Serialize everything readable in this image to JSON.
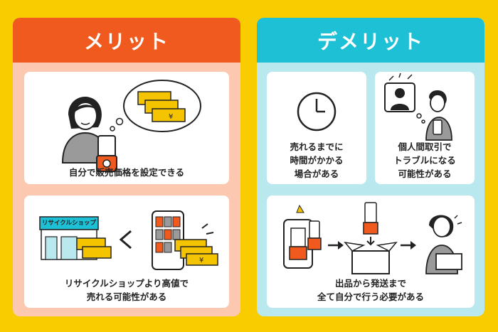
{
  "merit": {
    "title": "メリット",
    "items": [
      {
        "caption": "自分で販売価格を設定できる"
      },
      {
        "caption_line1": "リサイクルショップより高値で",
        "caption_line2": "売れる可能性がある",
        "shop_sign": "リサイクルショップ"
      }
    ]
  },
  "demerit": {
    "title": "デメリット",
    "items": [
      {
        "caption_line1": "売れるまでに",
        "caption_line2": "時間がかかる",
        "caption_line3": "場合がある"
      },
      {
        "caption_line1": "個人間取引で",
        "caption_line2": "トラブルになる",
        "caption_line3": "可能性がある"
      },
      {
        "caption_line1": "出品から発送まで",
        "caption_line2": "全て自分で行う必要がある"
      }
    ]
  },
  "currency_symbol": "¥",
  "colors": {
    "background": "#f9cc00",
    "merit_accent": "#f15a1f",
    "merit_panel": "#fcc9b0",
    "demerit_accent": "#1ec0d6",
    "demerit_panel": "#b9e8ef"
  }
}
